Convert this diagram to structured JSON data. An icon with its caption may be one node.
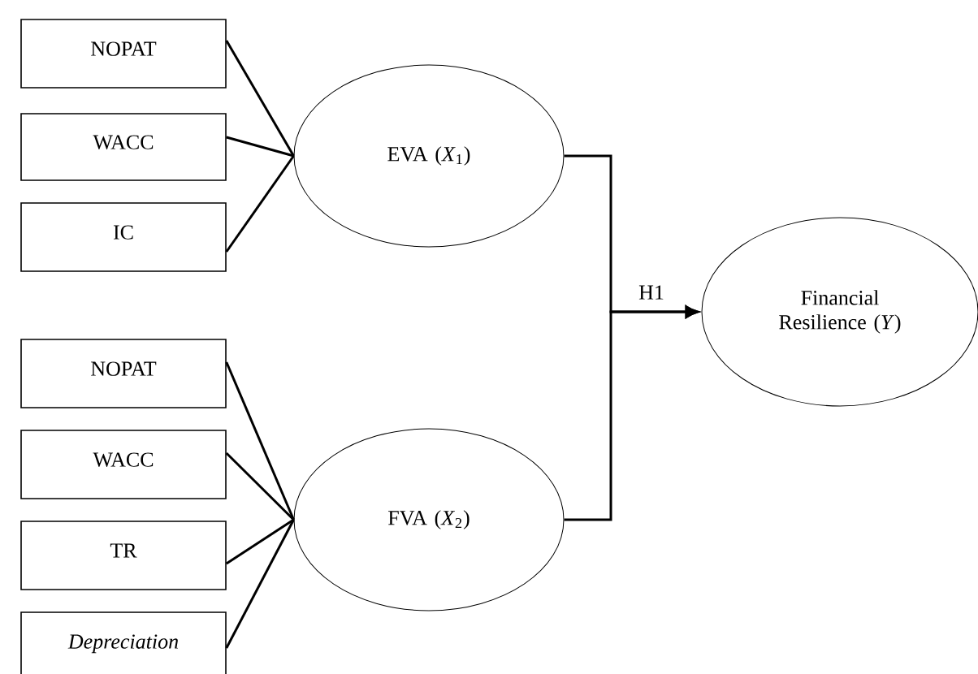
{
  "diagram": {
    "nodes": [
      {
        "text": [
          "NOPAT"
        ]
      },
      {
        "text": [
          "WACC"
        ]
      },
      {
        "text": [
          "IC"
        ]
      },
      {
        "text": [
          "NOPAT"
        ]
      },
      {
        "text": [
          "WACC"
        ]
      },
      {
        "text": [
          "TR"
        ]
      },
      {
        "text": [
          "Depreciation"
        ]
      },
      {
        "text": [
          "EVA (*X*$_{1}$)"
        ]
      },
      {
        "text": [
          "FVA (*X*$_{2}$)"
        ]
      },
      {
        "text": [
          "Financial Resilience (*Y*)"
        ]
      }
    ],
    "edges": [
      {
        "from": 0,
        "to": 7,
        "arrow": "none"
      },
      {
        "from": 1,
        "to": 7,
        "arrow": "none"
      },
      {
        "from": 2,
        "to": 7,
        "arrow": "none"
      },
      {
        "from": 3,
        "to": 8,
        "arrow": "none"
      },
      {
        "from": 4,
        "to": 8,
        "arrow": "none"
      },
      {
        "from": 5,
        "to": 8,
        "arrow": "none"
      },
      {
        "from": 6,
        "to": 8,
        "arrow": "none"
      },
      {
        "from": 7,
        "to": 9,
        "arrow": "to",
        "label": "H1"
      },
      {
        "from": 8,
        "to": 9,
        "arrow": "to"
      }
    ]
  }
}
